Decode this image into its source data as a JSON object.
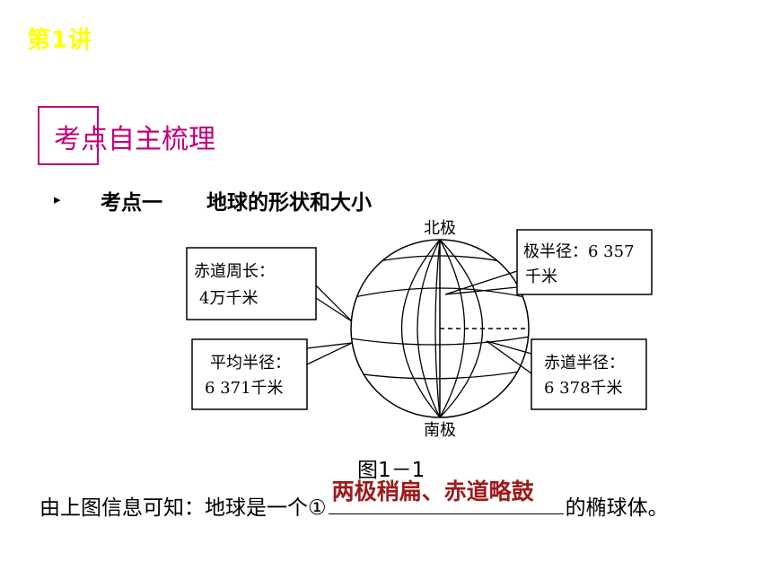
{
  "header": {
    "lecture": "第1讲"
  },
  "section": {
    "title": "考点自主梳理"
  },
  "point": {
    "bullet": "▸",
    "label": "考点一",
    "topic": "地球的形状和大小"
  },
  "diagram": {
    "north_pole": "北极",
    "south_pole": "南极",
    "equator_circumference": {
      "line1": "赤道周长：",
      "line2": "4万千米"
    },
    "polar_radius": {
      "line1": "极半径：6 357",
      "line2": "千米"
    },
    "mean_radius": {
      "line1": "平均半径：",
      "line2": "6 371千米"
    },
    "equator_radius": {
      "line1": "赤道半径：",
      "line2": "6 378千米"
    },
    "caption": "图1－1"
  },
  "conclusion": {
    "prefix": "由上图信息可知：地球是一个①",
    "answer": "两极稍扁、赤道略鼓",
    "suffix": "的椭球体。"
  },
  "colors": {
    "lecture": "#ffff00",
    "section": "#c0007a",
    "answer": "#9b1c1c"
  }
}
